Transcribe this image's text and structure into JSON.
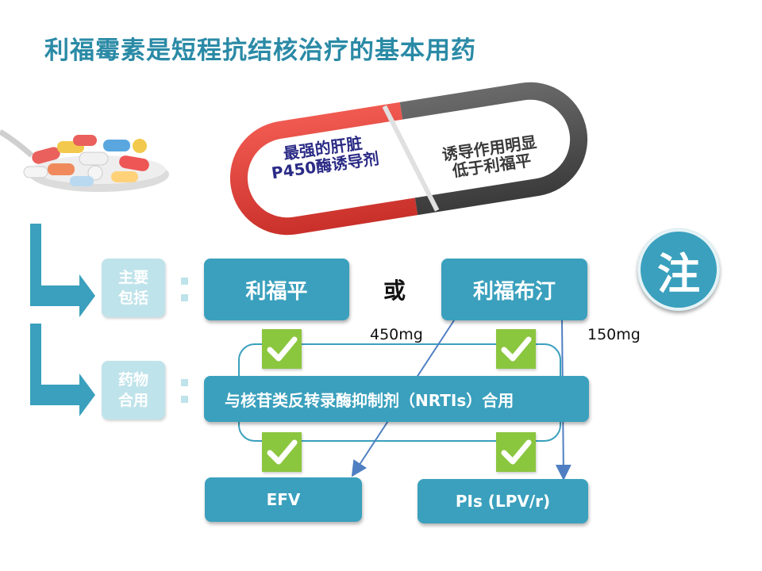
{
  "title": "利福霉素是短程抗结核治疗的基本用药",
  "capsule": {
    "left_text": [
      "最强的肝脏",
      "P450酶诱导剂"
    ],
    "right_text": [
      "诱导作用明显",
      "低于利福平"
    ],
    "colors": {
      "left": "#e53b34",
      "right": "#555555"
    }
  },
  "tags": {
    "main": [
      "主要",
      "包括"
    ],
    "combo": [
      "药物",
      "合用"
    ]
  },
  "drugs": {
    "rifampicin": "利福平",
    "or_label": "或",
    "rifabutin": "利福布汀",
    "dose_rifampicin": "450mg",
    "dose_rifabutin": "150mg"
  },
  "combo_box": "与核苷类反转录酶抑制剂（NRTIs）合用",
  "targets": {
    "efv": "EFV",
    "pis": "PIs (LPV/r)"
  },
  "note_badge": "注",
  "colors": {
    "accent": "#3aa0bd",
    "tag": "#bfe3ea",
    "check": "#8bc63f",
    "title": "#2a8aa6"
  }
}
